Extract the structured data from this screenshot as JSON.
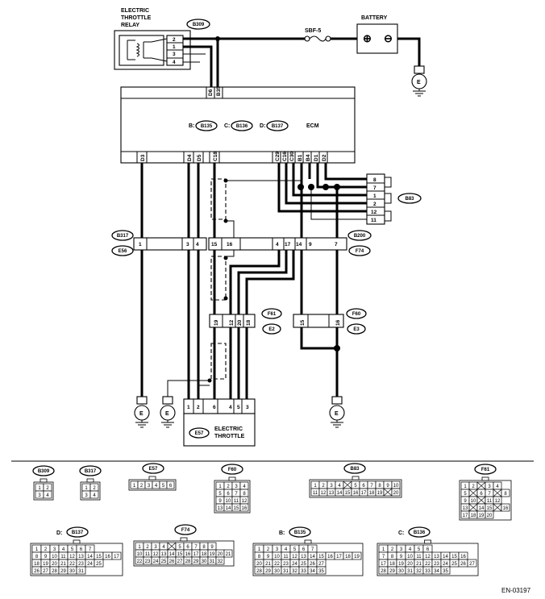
{
  "relay": {
    "title_l1": "ELECTRIC",
    "title_l2": "THROTTLE",
    "title_l3": "RELAY",
    "conn": "B309",
    "pins": [
      "2",
      "1",
      "3",
      "4"
    ]
  },
  "fuse": "SBF-5",
  "battery": "BATTERY",
  "ecm": {
    "label": "ECM",
    "b": "B:",
    "b_conn": "B135",
    "c": "C:",
    "c_conn": "B136",
    "d": "D:",
    "d_conn": "B137",
    "top_pins": [
      "D6",
      "B35"
    ],
    "bot_pins": [
      "D3",
      "D4",
      "D5",
      "C18",
      "C29",
      "C16",
      "C30",
      "B1",
      "B4",
      "D1",
      "D2"
    ]
  },
  "b83": {
    "conn": "B83",
    "pins": [
      "8",
      "7",
      "1",
      "2",
      "12",
      "11"
    ]
  },
  "j1": {
    "top": "B317",
    "bot": "E56",
    "pins": [
      "1",
      "3",
      "4"
    ]
  },
  "j2": {
    "top": "B200",
    "bot": "F74",
    "pins": [
      "15",
      "16",
      "4",
      "17",
      "14",
      "9",
      "7"
    ]
  },
  "j3": {
    "top": "F61",
    "bot": "E2",
    "pins": [
      "19",
      "12",
      "20",
      "18"
    ]
  },
  "j4": {
    "top": "F60",
    "bot": "E3",
    "pins": [
      "15",
      "16"
    ]
  },
  "throttle": {
    "conn": "E57",
    "l1": "ELECTRIC",
    "l2": "THROTTLE",
    "pins": [
      "1",
      "2",
      "6",
      "4",
      "5",
      "3"
    ]
  },
  "ground": "E",
  "faces": {
    "B309": {
      "name": "B309",
      "rows": [
        [
          "1",
          "2"
        ],
        [
          "3",
          "4"
        ]
      ]
    },
    "B317": {
      "name": "B317",
      "rows": [
        [
          "1",
          "2"
        ],
        [
          "3",
          "4"
        ]
      ]
    },
    "E57": {
      "name": "E57",
      "rows": [
        [
          "1",
          "2",
          "3",
          "4",
          "5",
          "6"
        ]
      ]
    },
    "F60": {
      "name": "F60",
      "rows": [
        [
          "1",
          "2",
          "3",
          "4"
        ],
        [
          "5",
          "6",
          "7",
          "8"
        ],
        [
          "9",
          "10",
          "11",
          "12"
        ],
        [
          "13",
          "14",
          "15",
          "16"
        ]
      ]
    },
    "B83": {
      "name": "B83",
      "rows": [
        [
          "1",
          "2",
          "3",
          "4",
          "",
          "5",
          "6",
          "7",
          "8",
          "9",
          "10"
        ],
        [
          "11",
          "12",
          "13",
          "14",
          "15",
          "16",
          "17",
          "18",
          "19",
          "",
          "20"
        ]
      ]
    },
    "F61": {
      "name": "F61",
      "rows": [
        [
          "1",
          "2",
          "",
          "3",
          "4"
        ],
        [
          "5",
          "",
          "6",
          "7",
          "",
          "8"
        ],
        [
          "9",
          "10",
          "",
          "11",
          "12"
        ],
        [
          "13",
          "",
          "14",
          "15",
          "",
          "16"
        ],
        [
          "17",
          "18",
          "19",
          "20"
        ]
      ]
    },
    "B137": {
      "name": "B137",
      "prefix": "D:",
      "rows": [
        [
          "1",
          "2",
          "3",
          "4",
          "5",
          "6",
          "7"
        ],
        [
          "8",
          "9",
          "10",
          "11",
          "12",
          "13",
          "14",
          "15",
          "16",
          "17"
        ],
        [
          "18",
          "19",
          "20",
          "21",
          "22",
          "23",
          "24",
          "25"
        ],
        [
          "26",
          "27",
          "28",
          "29",
          "30",
          "31"
        ]
      ]
    },
    "F74": {
      "name": "F74",
      "rows": [
        [
          "1",
          "2",
          "3",
          "4",
          "",
          "5",
          "6",
          "7",
          "8",
          "9"
        ],
        [
          "10",
          "11",
          "12",
          "13",
          "14",
          "15",
          "16",
          "17",
          "18",
          "19",
          "20",
          "21"
        ],
        [
          "22",
          "23",
          "24",
          "25",
          "26",
          "27",
          "28",
          "29",
          "30",
          "31",
          "32"
        ]
      ]
    },
    "B135": {
      "name": "B135",
      "prefix": "B:",
      "rows": [
        [
          "1",
          "2",
          "3",
          "4",
          "5",
          "6",
          "7"
        ],
        [
          "8",
          "9",
          "10",
          "11",
          "12",
          "13",
          "14",
          "15",
          "16",
          "17",
          "18",
          "19"
        ],
        [
          "20",
          "21",
          "22",
          "23",
          "24",
          "25",
          "26",
          "27"
        ],
        [
          "28",
          "29",
          "30",
          "31",
          "32",
          "33",
          "34",
          "35"
        ]
      ]
    },
    "B136": {
      "name": "B136",
      "prefix": "C:",
      "rows": [
        [
          "1",
          "2",
          "3",
          "4",
          "5",
          "6"
        ],
        [
          "7",
          "8",
          "9",
          "10",
          "11",
          "12",
          "13",
          "14",
          "15",
          "16"
        ],
        [
          "17",
          "18",
          "19",
          "20",
          "21",
          "22",
          "23",
          "24",
          "25",
          "26",
          "27"
        ],
        [
          "28",
          "29",
          "30",
          "31",
          "32",
          "33",
          "34",
          "35"
        ]
      ]
    }
  },
  "code": "EN-03197"
}
